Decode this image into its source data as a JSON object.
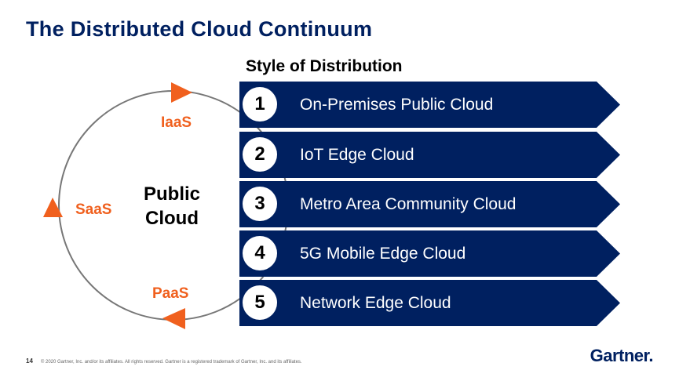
{
  "title": "The Distributed Cloud Continuum",
  "subtitle": "Style of Distribution",
  "cycle": {
    "center": "Public",
    "center2": "Cloud",
    "labels": [
      "IaaS",
      "SaaS",
      "PaaS"
    ]
  },
  "rows": [
    {
      "num": "1",
      "label": "On-Premises Public Cloud"
    },
    {
      "num": "2",
      "label": "IoT Edge Cloud"
    },
    {
      "num": "3",
      "label": "Metro Area Community Cloud"
    },
    {
      "num": "4",
      "label": "5G Mobile Edge Cloud"
    },
    {
      "num": "5",
      "label": "Network Edge Cloud"
    }
  ],
  "footer": {
    "page": "14",
    "text": "© 2020 Gartner, Inc. and/or its affiliates. All rights reserved. Gartner is a registered trademark of Gartner, Inc. and its affiliates."
  },
  "logo": "Gartner.",
  "colors": {
    "navy": "#002060",
    "orange": "#f0601e"
  }
}
